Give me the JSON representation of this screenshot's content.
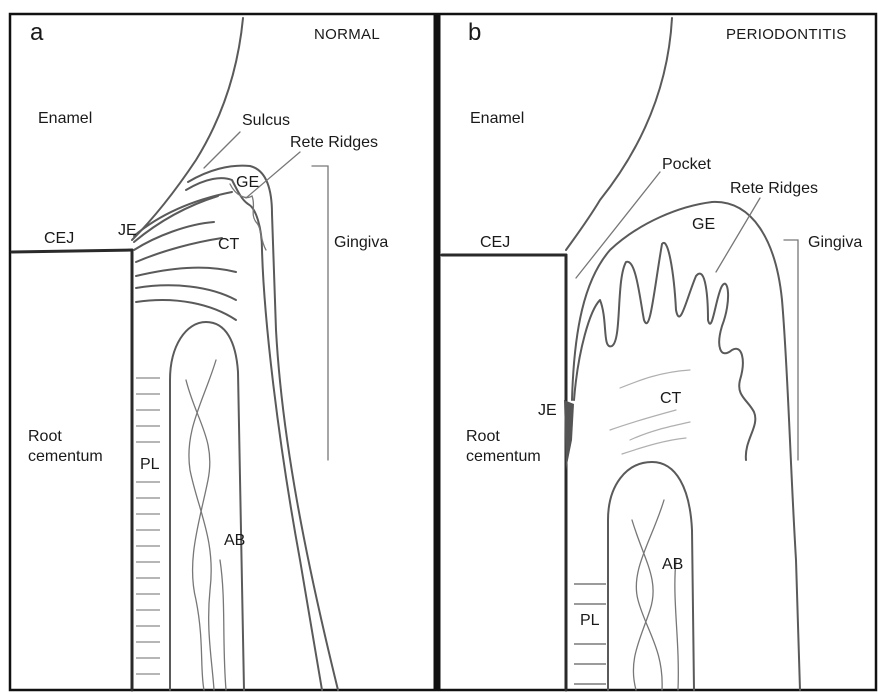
{
  "panel_a": {
    "letter": "a",
    "title": "NORMAL",
    "labels": {
      "enamel": "Enamel",
      "sulcus": "Sulcus",
      "rete_ridges": "Rete Ridges",
      "ge": "GE",
      "je": "JE",
      "cej": "CEJ",
      "ct": "CT",
      "gingiva": "Gingiva",
      "root_cementum_line1": "Root",
      "root_cementum_line2": "cementum",
      "pl": "PL",
      "ab": "AB"
    }
  },
  "panel_b": {
    "letter": "b",
    "title": "PERIODONTITIS",
    "labels": {
      "enamel": "Enamel",
      "pocket": "Pocket",
      "rete_ridges": "Rete Ridges",
      "ge": "GE",
      "cej": "CEJ",
      "gingiva": "Gingiva",
      "je": "JE",
      "ct": "CT",
      "root_cementum_line1": "Root",
      "root_cementum_line2": "cementum",
      "ab": "AB",
      "pl": "PL"
    }
  }
}
